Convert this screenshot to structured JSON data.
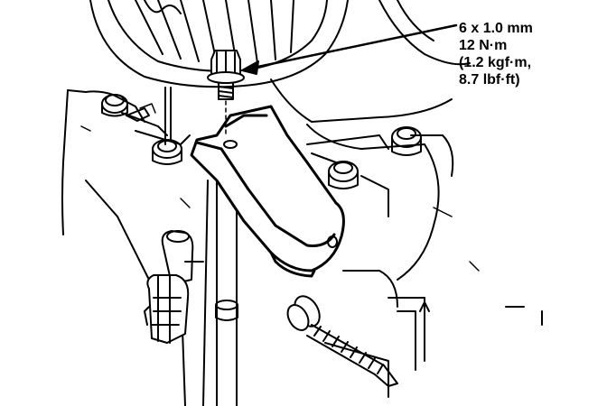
{
  "callout": {
    "lines": [
      "6 x 1.0 mm",
      "12 N·m",
      "(1.2 kgf·m,",
      "8.7 lbf·ft)"
    ]
  },
  "colors": {
    "ink": "#000000",
    "paper": "#ffffff",
    "shade": "#d9d9d9"
  },
  "icons": {
    "bolt": "flange-bolt-icon",
    "bracket": "mounting-bracket-icon",
    "stud": "threaded-stud-icon",
    "connector": "electrical-connector-icon"
  }
}
